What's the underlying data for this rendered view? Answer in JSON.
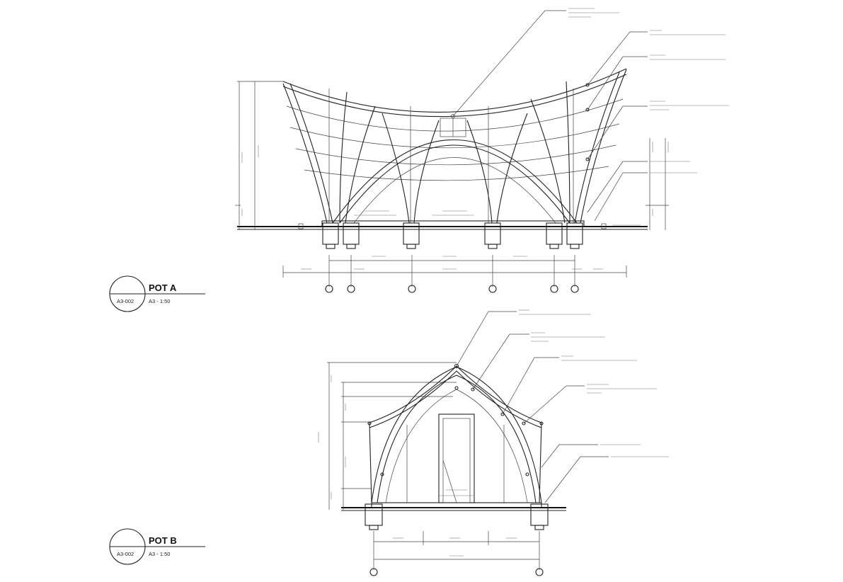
{
  "section_a": {
    "title": "POT A",
    "sheet_ref": "A3-002",
    "scale": "A3 - 1:50"
  },
  "section_b": {
    "title": "POT B",
    "sheet_ref": "A3-002",
    "scale": "A3 - 1:50"
  }
}
